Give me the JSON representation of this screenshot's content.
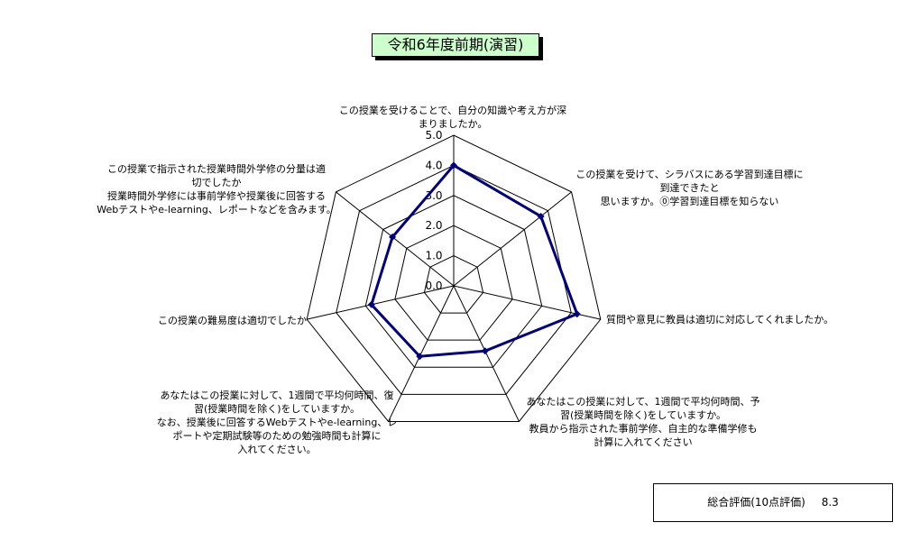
{
  "page_title": "令和6年度前期(演習)",
  "overall": {
    "label": "総合評価(10点評価)",
    "score": "8.3"
  },
  "chart_data": {
    "type": "radar",
    "title": "令和6年度前期(演習)",
    "rlim": [
      0,
      5
    ],
    "ticks": [
      "0.0",
      "1.0",
      "2.0",
      "3.0",
      "4.0",
      "5.0"
    ],
    "grid": true,
    "axes": [
      [
        "この授業を受けることで、自分の知識や考え方が深",
        "まりましたか。"
      ],
      [
        "この授業を受けて、シラバスにある学習到達目標に",
        "到達できたと",
        "思いますか。⓪学習到達目標を知らない"
      ],
      [
        "質問や意見に教員は適切に対応してくれましたか。"
      ],
      [
        "あなたはこの授業に対して、1週間で平均何時間、予",
        "習(授業時間を除く)をしていますか。",
        "教員から指示された事前学修、自主的な準備学修も",
        "計算に入れてください"
      ],
      [
        "あなたはこの授業に対して、1週間で平均何時間、復",
        "習(授業時間を除く)をしていますか。",
        "なお、授業後に回答するWebテストやe-learning、レ",
        "ポートや定期試験等のための勉強時間も計算に",
        "入れてください。"
      ],
      [
        "この授業の難易度は適切でしたか"
      ],
      [
        "この授業で指示された授業時間外学修の分量は適",
        "切でしたか",
        "授業時間外学修には事前学修や授業後に回答する",
        "Webテストやe-learning、レポートなどを含みます。"
      ]
    ],
    "series": [
      {
        "values": [
          4.0,
          3.7,
          4.2,
          2.4,
          2.6,
          2.8,
          2.6
        ]
      }
    ],
    "colors": {
      "series": "#000080",
      "grid": "#000000"
    }
  }
}
